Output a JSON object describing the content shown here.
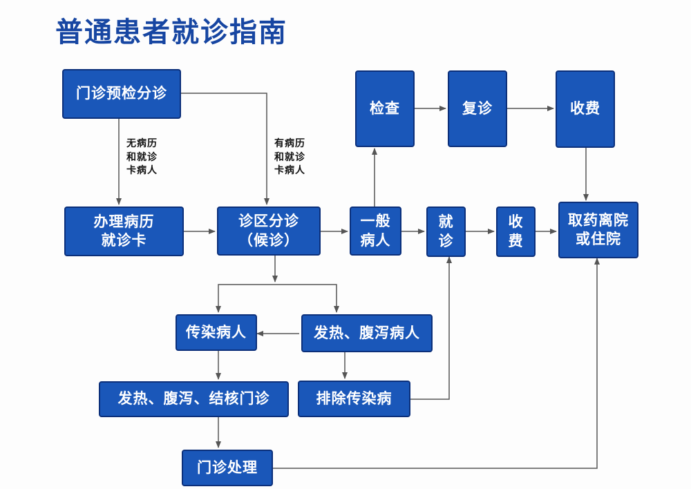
{
  "title": "普通患者就诊指南",
  "boxes": {
    "pre_exam": "门诊预检分诊",
    "register_card": "办理病历\n就诊卡",
    "triage_waiting": "诊区分诊\n（候诊）",
    "general_patient": "一般\n病人",
    "consult": "就\n诊",
    "pay": "收\n费",
    "medicine_discharge": "取药离院\n或住院",
    "examination": "检查",
    "revisit": "复诊",
    "pay_top": "收费",
    "infectious_patient": "传染病人",
    "fever_diarrhea_patient": "发热、腹泻病人",
    "fever_clinic": "发热、腹泻、结核门诊",
    "exclude_infectious": "排除传染病",
    "outpatient_treatment": "门诊处理"
  },
  "notes": {
    "no_record": "无病历\n和就诊\n卡病人",
    "has_record": "有病历\n和就诊\n卡病人"
  },
  "colors": {
    "box_fill": "#1a57b9",
    "box_border": "#0b2f7a",
    "title": "#1746a2",
    "arrow": "#555555"
  }
}
